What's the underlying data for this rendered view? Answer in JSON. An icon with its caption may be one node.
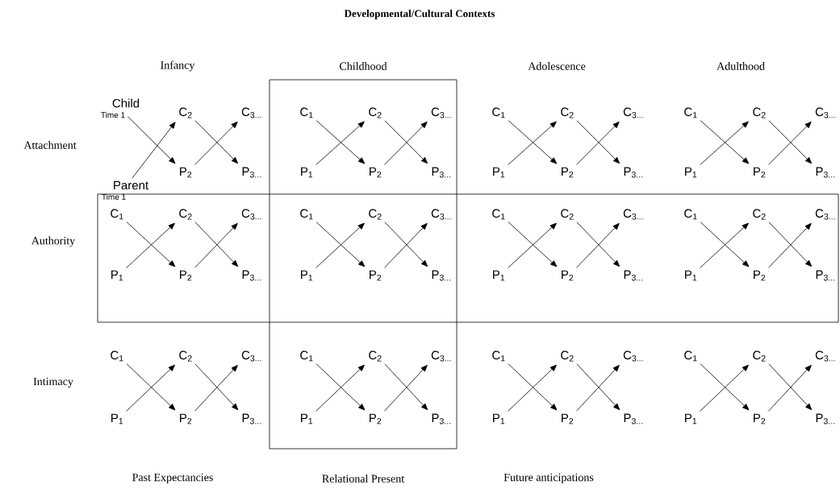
{
  "diagram": {
    "title": "Developmental/Cultural Contexts",
    "nodes": [
      {
        "text": [
          "Child"
        ],
        "beside": [
          "Time 1"
        ]
      },
      {
        "text": [
          "C$_{2}$"
        ]
      },
      {
        "text": [
          "C$_{3...}$"
        ]
      },
      {
        "text": [
          "Parent"
        ],
        "beside": [
          "Time 1"
        ]
      },
      {
        "text": [
          "P$_{2}$"
        ]
      },
      {
        "text": [
          "P$_{3...}$"
        ]
      },
      {
        "text": [
          "C$_{1}$"
        ]
      },
      {
        "text": [
          "C$_{2}$"
        ]
      },
      {
        "text": [
          "C$_{3...}$"
        ]
      },
      {
        "text": [
          "P$_{1}$"
        ]
      },
      {
        "text": [
          "P$_{2}$"
        ]
      },
      {
        "text": [
          "P$_{3...}$"
        ]
      },
      {
        "text": [
          "C$_{1}$"
        ]
      },
      {
        "text": [
          "C$_{2}$"
        ]
      },
      {
        "text": [
          "C$_{3...}$"
        ]
      },
      {
        "text": [
          "P$_{1}$"
        ]
      },
      {
        "text": [
          "P$_{2}$"
        ]
      },
      {
        "text": [
          "P$_{3...}$"
        ]
      },
      {
        "text": [
          "C$_{1}$"
        ]
      },
      {
        "text": [
          "C$_{2}$"
        ]
      },
      {
        "text": [
          "C$_{3...}$"
        ]
      },
      {
        "text": [
          "P$_{1}$"
        ]
      },
      {
        "text": [
          "P$_{2}$"
        ]
      },
      {
        "text": [
          "P$_{3...}$"
        ]
      },
      {
        "text": [
          "C$_{1}$"
        ]
      },
      {
        "text": [
          "C$_{2}$"
        ]
      },
      {
        "text": [
          "C$_{3...}$"
        ]
      },
      {
        "text": [
          "P$_{1}$"
        ]
      },
      {
        "text": [
          "P$_{2}$"
        ]
      },
      {
        "text": [
          "P$_{3...}$"
        ]
      },
      {
        "text": [
          "C$_{1}$"
        ]
      },
      {
        "text": [
          "C$_{2}$"
        ]
      },
      {
        "text": [
          "C$_{3...}$"
        ]
      },
      {
        "text": [
          "P$_{1}$"
        ]
      },
      {
        "text": [
          "P$_{2}$"
        ]
      },
      {
        "text": [
          "P$_{3...}$"
        ]
      },
      {
        "text": [
          "C$_{1}$"
        ]
      },
      {
        "text": [
          "C$_{2}$"
        ]
      },
      {
        "text": [
          "C$_{3...}$"
        ]
      },
      {
        "text": [
          "P$_{1}$"
        ]
      },
      {
        "text": [
          "P$_{2}$"
        ]
      },
      {
        "text": [
          "P$_{3...}$"
        ]
      },
      {
        "text": [
          "C$_{1}$"
        ]
      },
      {
        "text": [
          "C$_{2}$"
        ]
      },
      {
        "text": [
          "C$_{3...}$"
        ]
      },
      {
        "text": [
          "P$_{1}$"
        ]
      },
      {
        "text": [
          "P$_{2}$"
        ]
      },
      {
        "text": [
          "P$_{3...}$"
        ]
      },
      {
        "text": [
          "C$_{1}$"
        ]
      },
      {
        "text": [
          "C$_{2}$"
        ]
      },
      {
        "text": [
          "C$_{3...}$"
        ]
      },
      {
        "text": [
          "P$_{1}$"
        ]
      },
      {
        "text": [
          "P$_{2}$"
        ]
      },
      {
        "text": [
          "P$_{3...}$"
        ]
      },
      {
        "text": [
          "C$_{1}$"
        ]
      },
      {
        "text": [
          "C$_{2}$"
        ]
      },
      {
        "text": [
          "C$_{3...}$"
        ]
      },
      {
        "text": [
          "P$_{1}$"
        ]
      },
      {
        "text": [
          "P$_{2}$"
        ]
      },
      {
        "text": [
          "P$_{3...}$"
        ]
      },
      {
        "text": [
          "C$_{1}$"
        ]
      },
      {
        "text": [
          "C$_{2}$"
        ]
      },
      {
        "text": [
          "C$_{3...}$"
        ]
      },
      {
        "text": [
          "P$_{1}$"
        ]
      },
      {
        "text": [
          "P$_{2}$"
        ]
      },
      {
        "text": [
          "P$_{3...}$"
        ]
      },
      {
        "text": [
          "C$_{1}$"
        ]
      },
      {
        "text": [
          "C$_{2}$"
        ]
      },
      {
        "text": [
          "C$_{3...}$"
        ]
      },
      {
        "text": [
          "P$_{1}$"
        ]
      },
      {
        "text": [
          "P$_{2}$"
        ]
      },
      {
        "text": [
          "P$_{3...}$"
        ]
      }
    ],
    "edges": [
      {
        "from": 0,
        "to": 4,
        "arrow": "to"
      },
      {
        "from": 3,
        "to": 1,
        "arrow": "to"
      },
      {
        "from": 1,
        "to": 5,
        "arrow": "to"
      },
      {
        "from": 4,
        "to": 2,
        "arrow": "to"
      },
      {
        "from": 6,
        "to": 10,
        "arrow": "to"
      },
      {
        "from": 9,
        "to": 7,
        "arrow": "to"
      },
      {
        "from": 7,
        "to": 11,
        "arrow": "to"
      },
      {
        "from": 10,
        "to": 8,
        "arrow": "to"
      },
      {
        "from": 12,
        "to": 16,
        "arrow": "to"
      },
      {
        "from": 15,
        "to": 13,
        "arrow": "to"
      },
      {
        "from": 13,
        "to": 17,
        "arrow": "to"
      },
      {
        "from": 16,
        "to": 14,
        "arrow": "to"
      },
      {
        "from": 18,
        "to": 22,
        "arrow": "to"
      },
      {
        "from": 21,
        "to": 19,
        "arrow": "to"
      },
      {
        "from": 19,
        "to": 23,
        "arrow": "to"
      },
      {
        "from": 22,
        "to": 20,
        "arrow": "to"
      },
      {
        "from": 24,
        "to": 28,
        "arrow": "to"
      },
      {
        "from": 27,
        "to": 25,
        "arrow": "to"
      },
      {
        "from": 25,
        "to": 29,
        "arrow": "to"
      },
      {
        "from": 28,
        "to": 26,
        "arrow": "to"
      },
      {
        "from": 30,
        "to": 34,
        "arrow": "to"
      },
      {
        "from": 33,
        "to": 31,
        "arrow": "to"
      },
      {
        "from": 31,
        "to": 35,
        "arrow": "to"
      },
      {
        "from": 34,
        "to": 32,
        "arrow": "to"
      },
      {
        "from": 36,
        "to": 40,
        "arrow": "to"
      },
      {
        "from": 39,
        "to": 37,
        "arrow": "to"
      },
      {
        "from": 37,
        "to": 41,
        "arrow": "to"
      },
      {
        "from": 40,
        "to": 38,
        "arrow": "to"
      },
      {
        "from": 42,
        "to": 46,
        "arrow": "to"
      },
      {
        "from": 45,
        "to": 43,
        "arrow": "to"
      },
      {
        "from": 43,
        "to": 47,
        "arrow": "to"
      },
      {
        "from": 46,
        "to": 44,
        "arrow": "to"
      },
      {
        "from": 48,
        "to": 52,
        "arrow": "to"
      },
      {
        "from": 51,
        "to": 49,
        "arrow": "to"
      },
      {
        "from": 49,
        "to": 53,
        "arrow": "to"
      },
      {
        "from": 52,
        "to": 50,
        "arrow": "to"
      },
      {
        "from": 54,
        "to": 58,
        "arrow": "to"
      },
      {
        "from": 57,
        "to": 55,
        "arrow": "to"
      },
      {
        "from": 55,
        "to": 59,
        "arrow": "to"
      },
      {
        "from": 58,
        "to": 56,
        "arrow": "to"
      },
      {
        "from": 60,
        "to": 64,
        "arrow": "to"
      },
      {
        "from": 63,
        "to": 61,
        "arrow": "to"
      },
      {
        "from": 61,
        "to": 65,
        "arrow": "to"
      },
      {
        "from": 64,
        "to": 62,
        "arrow": "to"
      },
      {
        "from": 66,
        "to": 70,
        "arrow": "to"
      },
      {
        "from": 69,
        "to": 67,
        "arrow": "to"
      },
      {
        "from": 67,
        "to": 71,
        "arrow": "to"
      },
      {
        "from": 70,
        "to": 68,
        "arrow": "to"
      }
    ],
    "labels": [
      "Infancy",
      "Childhood",
      "Adolescence",
      "Adulthood",
      "Attachment",
      "Authority",
      "Intimacy",
      "Past Expectancies",
      "Relational Present",
      "Future anticipations"
    ]
  }
}
